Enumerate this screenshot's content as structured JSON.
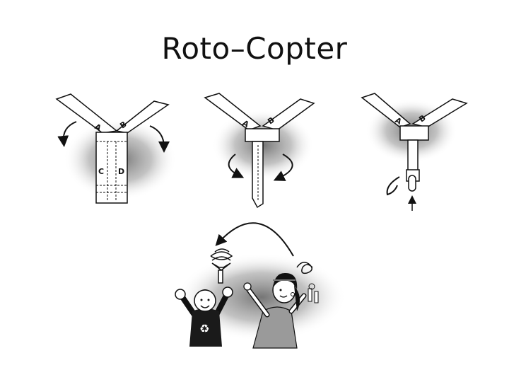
{
  "slide": {
    "title": "Roto–Copter"
  },
  "blade_labels": {
    "left_blade": "A",
    "right_blade": "B",
    "left_flap": "C",
    "right_flap": "D"
  },
  "colors": {
    "ink": "#111111",
    "shadow": "#8a8a8a",
    "paper": "#ffffff"
  }
}
